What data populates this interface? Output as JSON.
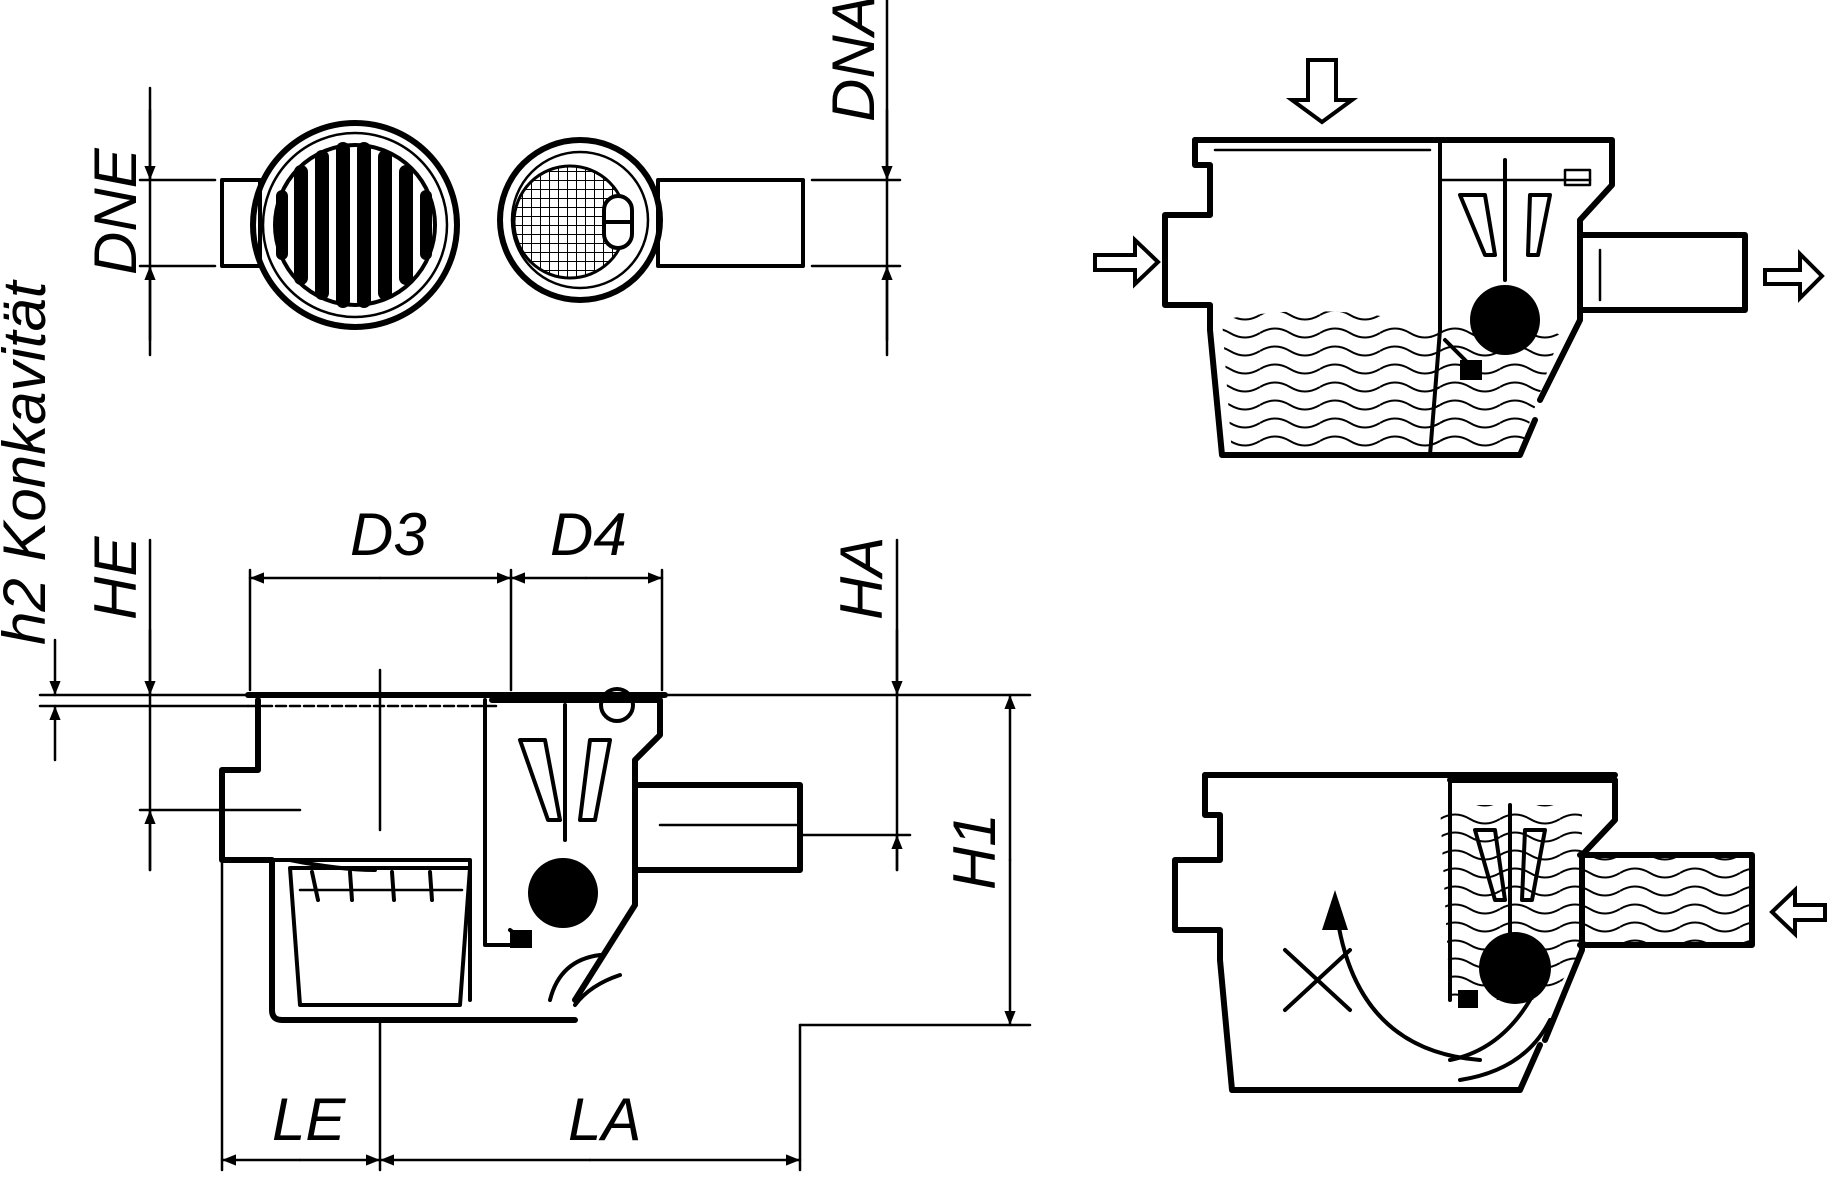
{
  "labels": {
    "dne": "DNE",
    "dna": "DNA",
    "h2": "h2 Konkavität",
    "he": "HE",
    "d3": "D3",
    "d4": "D4",
    "ha": "HA",
    "h1": "H1",
    "le": "LE",
    "la": "LA"
  },
  "colors": {
    "line": "#000000",
    "background": "#ffffff"
  }
}
